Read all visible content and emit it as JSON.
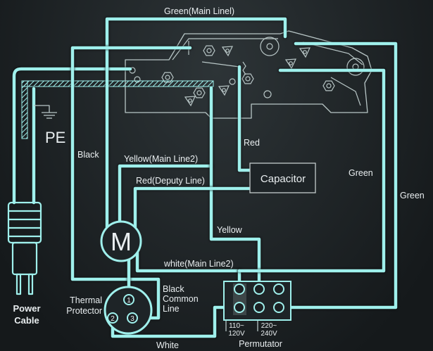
{
  "labels": {
    "green_main_line1": "Green(Main Linel)",
    "pe": "PE",
    "black": "Black",
    "yellow_main_line2": "Yellow(Main Line2)",
    "red": "Red",
    "capacitor": "Capacitor",
    "green_inner": "Green",
    "green_outer": "Green",
    "red_deputy_line": "Red(Deputy Line)",
    "yellow": "Yellow",
    "motor": "M",
    "white_main_line2": "white(Main Line2)",
    "black_common_line": [
      "Black",
      "Common",
      "Line"
    ],
    "thermal_protector": [
      "Thermal",
      "Protector"
    ],
    "thermal_terminals": [
      "1",
      "2",
      "3"
    ],
    "power_cable": [
      "Power",
      "Cable"
    ],
    "voltage_low": [
      "110~",
      "120V"
    ],
    "voltage_high": [
      "220~",
      "240V"
    ],
    "permutator": "Permutator",
    "white": "White"
  },
  "colors": {
    "background_center": "#2d3437",
    "background_edge": "#15191b",
    "wire": "#9ff0ec",
    "text": "#e9eef0",
    "outline": "#b8c6c6"
  }
}
